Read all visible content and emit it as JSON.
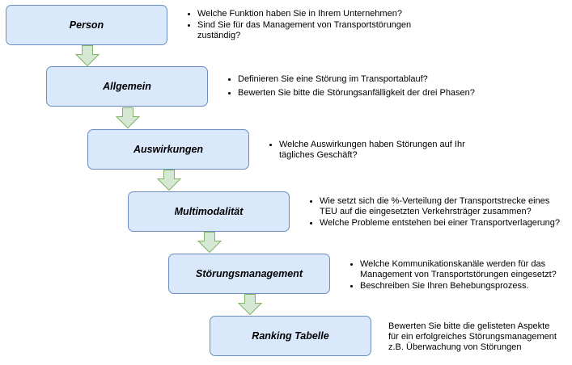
{
  "steps": [
    {
      "label": "Person",
      "notes": [
        "Welche Funktion haben Sie in Ihrem Unternehmen?",
        "Sind Sie für das Management von Transportstörungen\nzuständig?"
      ]
    },
    {
      "label": "Allgemein",
      "notes": [
        "Definieren Sie eine Störung im Transportablauf?",
        "Bewerten Sie bitte die Störungsanfälligkeit der drei Phasen?"
      ]
    },
    {
      "label": "Auswirkungen",
      "notes": [
        "Welche Auswirkungen haben Störungen auf Ihr\ntägliches Geschäft?"
      ]
    },
    {
      "label": "Multimodalität",
      "notes": [
        "Wie setzt sich die %-Verteilung der Transportstrecke eines\nTEU auf die eingesetzten Verkehrsträger zusammen?",
        "Welche Probleme entstehen bei einer Transportverlagerung?"
      ]
    },
    {
      "label": "Störungsmanagement",
      "notes": [
        "Welche Kommunikationskanäle werden für das\nManagement von Transportstörungen eingesetzt?",
        "Beschreiben Sie Ihren Behebungsprozess."
      ]
    },
    {
      "label": "Ranking Tabelle",
      "text": "Bewerten Sie bitte die gelisteten Aspekte\nfür ein erfolgreiches Störungsmanagement\nz.B. Überwachung von Störungen"
    }
  ],
  "colors": {
    "box_fill": "#dae8fc",
    "box_stroke": "#6c8ebf",
    "arrow_fill": "#d5e8d4",
    "arrow_stroke": "#82b366"
  }
}
